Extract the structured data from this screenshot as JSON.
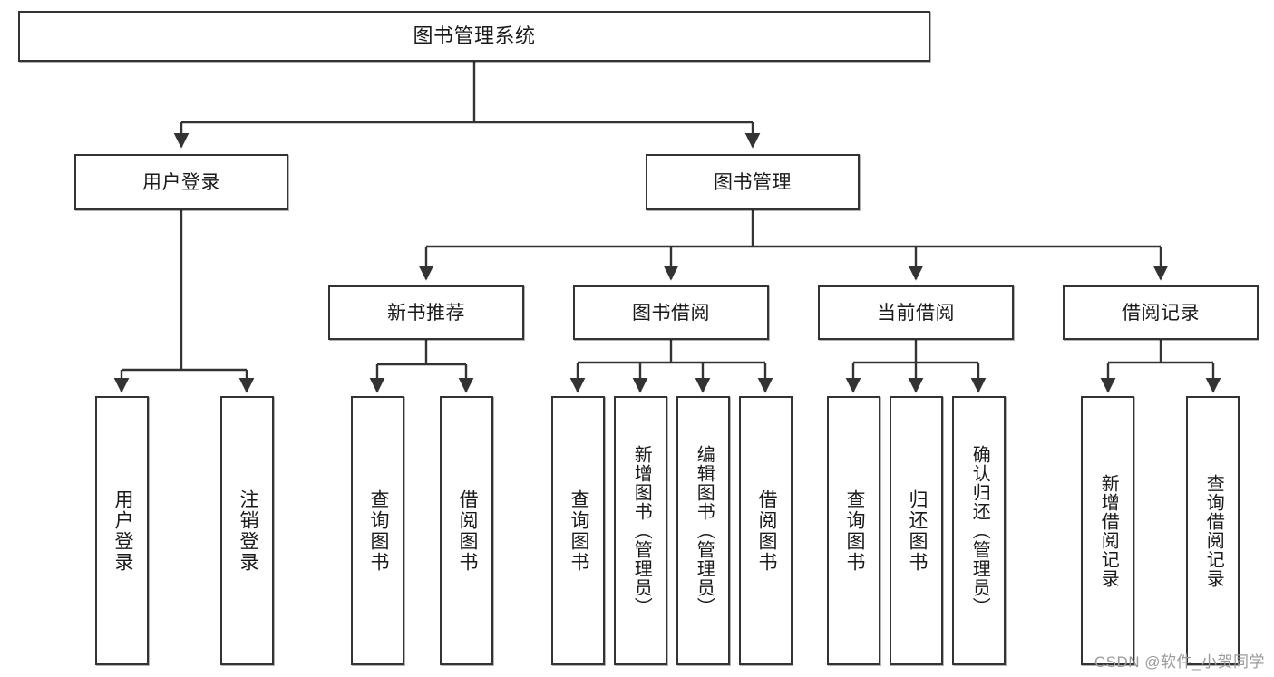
{
  "diagram": {
    "type": "tree-hierarchy",
    "title": "图书管理系统",
    "watermark": "CSDN @软件_小贺同学",
    "colors": {
      "box_border": "#333333",
      "box_fill": "#ffffff",
      "connector": "#333333",
      "text": "#1a1a1a",
      "watermark": "#9a9a9a",
      "background": "#ffffff"
    },
    "levels": {
      "level1": "root",
      "level2": "modules",
      "level3": "sub-modules",
      "level4": "leaf-operations"
    },
    "nodes": {
      "root": {
        "label": "图书管理系统"
      },
      "user_login": {
        "label": "用户登录"
      },
      "book_manage": {
        "label": "图书管理"
      },
      "new_book_rec": {
        "label": "新书推荐"
      },
      "book_borrow": {
        "label": "图书借阅"
      },
      "current_borrow": {
        "label": "当前借阅"
      },
      "borrow_record": {
        "label": "借阅记录"
      }
    },
    "leaves": {
      "user_login": [
        {
          "label": "用户登录"
        },
        {
          "label": "注销登录"
        }
      ],
      "new_book_rec": [
        {
          "label": "查询图书"
        },
        {
          "label": "借阅图书"
        }
      ],
      "book_borrow": [
        {
          "label": "查询图书"
        },
        {
          "label": "新增图书（管理员）"
        },
        {
          "label": "编辑图书（管理员）"
        },
        {
          "label": "借阅图书"
        }
      ],
      "current_borrow": [
        {
          "label": "查询图书"
        },
        {
          "label": "归还图书"
        },
        {
          "label": "确认归还（管理员）"
        }
      ],
      "borrow_record": [
        {
          "label": "新增借阅记录"
        },
        {
          "label": "查询借阅记录"
        }
      ]
    }
  }
}
